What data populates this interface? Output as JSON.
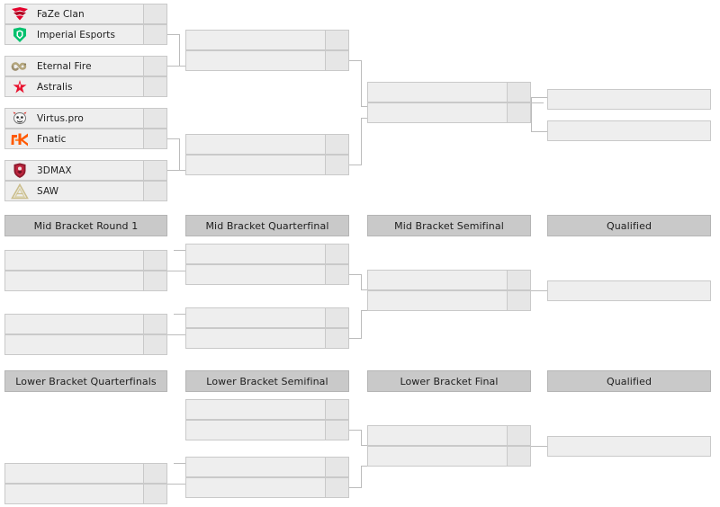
{
  "tournament": {
    "colors": {
      "slot_bg": "#eeeeee",
      "slot_border": "#c9c9c9",
      "score_bg": "#e6e6e6",
      "header_bg": "#c9c9c9",
      "header_border": "#b4b4b4",
      "connector": "#bcbcbc",
      "page_bg": "#ffffff",
      "text": "#1d1d1d"
    },
    "upper_bracket": {
      "round1": {
        "matches": [
          {
            "teams": [
              {
                "name": "FaZe Clan",
                "logo": "faze-logo",
                "score": ""
              },
              {
                "name": "Imperial Esports",
                "logo": "imperial-logo",
                "score": ""
              }
            ]
          },
          {
            "teams": [
              {
                "name": "Eternal Fire",
                "logo": "eternal-fire-logo",
                "score": ""
              },
              {
                "name": "Astralis",
                "logo": "astralis-logo",
                "score": ""
              }
            ]
          },
          {
            "teams": [
              {
                "name": "Virtus.pro",
                "logo": "virtuspro-logo",
                "score": ""
              },
              {
                "name": "Fnatic",
                "logo": "fnatic-logo",
                "score": ""
              }
            ]
          },
          {
            "teams": [
              {
                "name": "3DMAX",
                "logo": "3dmax-logo",
                "score": ""
              },
              {
                "name": "SAW",
                "logo": "saw-logo",
                "score": ""
              }
            ]
          }
        ]
      },
      "quarterfinal": {
        "matches": [
          {
            "teams": [
              {
                "name": "",
                "score": ""
              },
              {
                "name": "",
                "score": ""
              }
            ]
          },
          {
            "teams": [
              {
                "name": "",
                "score": ""
              },
              {
                "name": "",
                "score": ""
              }
            ]
          }
        ]
      },
      "semifinal": {
        "matches": [
          {
            "teams": [
              {
                "name": "",
                "score": ""
              },
              {
                "name": "",
                "score": ""
              }
            ]
          }
        ]
      },
      "qualified": {
        "slots": [
          {
            "name": ""
          },
          {
            "name": ""
          }
        ]
      }
    },
    "mid_bracket": {
      "headers": [
        "Mid Bracket Round 1",
        "Mid Bracket Quarterfinal",
        "Mid Bracket Semifinal",
        "Qualified"
      ],
      "round1": {
        "matches": [
          {
            "teams": [
              {
                "name": "",
                "score": ""
              },
              {
                "name": "",
                "score": ""
              }
            ]
          },
          {
            "teams": [
              {
                "name": "",
                "score": ""
              },
              {
                "name": "",
                "score": ""
              }
            ]
          }
        ]
      },
      "quarterfinal": {
        "matches": [
          {
            "teams": [
              {
                "name": "",
                "score": ""
              },
              {
                "name": "",
                "score": ""
              }
            ]
          },
          {
            "teams": [
              {
                "name": "",
                "score": ""
              },
              {
                "name": "",
                "score": ""
              }
            ]
          }
        ]
      },
      "semifinal": {
        "matches": [
          {
            "teams": [
              {
                "name": "",
                "score": ""
              },
              {
                "name": "",
                "score": ""
              }
            ]
          }
        ]
      },
      "qualified": {
        "slots": [
          {
            "name": ""
          }
        ]
      }
    },
    "lower_bracket": {
      "headers": [
        "Lower Bracket Quarterfinals",
        "Lower Bracket Semifinal",
        "Lower Bracket Final",
        "Qualified"
      ],
      "quarterfinals": {
        "matches": [
          {
            "teams": [
              {
                "name": "",
                "score": ""
              },
              {
                "name": "",
                "score": ""
              }
            ]
          }
        ]
      },
      "semifinal": {
        "matches": [
          {
            "teams": [
              {
                "name": "",
                "score": ""
              },
              {
                "name": "",
                "score": ""
              }
            ]
          },
          {
            "teams": [
              {
                "name": "",
                "score": ""
              },
              {
                "name": "",
                "score": ""
              }
            ]
          }
        ]
      },
      "final": {
        "matches": [
          {
            "teams": [
              {
                "name": "",
                "score": ""
              },
              {
                "name": "",
                "score": ""
              }
            ]
          }
        ]
      },
      "qualified": {
        "slots": [
          {
            "name": ""
          }
        ]
      }
    }
  }
}
